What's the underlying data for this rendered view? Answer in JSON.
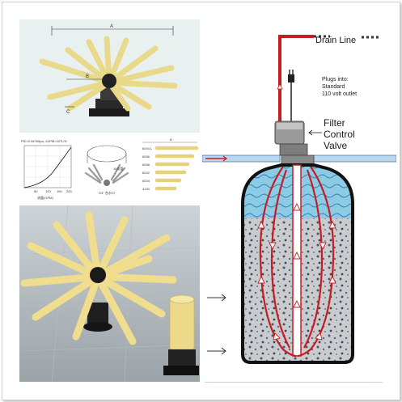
{
  "diagram": {
    "drain_line": "Drain Line",
    "plugs_note_line1": "Plugs into:",
    "plugs_note_line2": "Standard",
    "plugs_note_line3": "110 volt outlet",
    "valve_line1": "Filter",
    "valve_line2": "Control",
    "valve_line3": "Valve"
  },
  "photo_top": {
    "dim_a": "A",
    "dim_b": "B",
    "dim_c": "C"
  },
  "charts": {
    "curve_label": "PSI=0.06765pa, 1GPM=227L/H",
    "x_axis_label": "流量(GPM)",
    "tick_50": "50",
    "tick_100": "100",
    "tick_150": "150",
    "tick_200": "200",
    "middle_label1": "16支管",
    "middle_label2": "G3\" 合水口",
    "table_header": "B",
    "row_labels": [
      "6044 L",
      "6046",
      "6048",
      "6042",
      "6034",
      "4130"
    ]
  },
  "colors": {
    "pipe_red": "#c41e24",
    "tank_blue": "#7ec3e0",
    "water_inlet": "#4a78b8"
  }
}
